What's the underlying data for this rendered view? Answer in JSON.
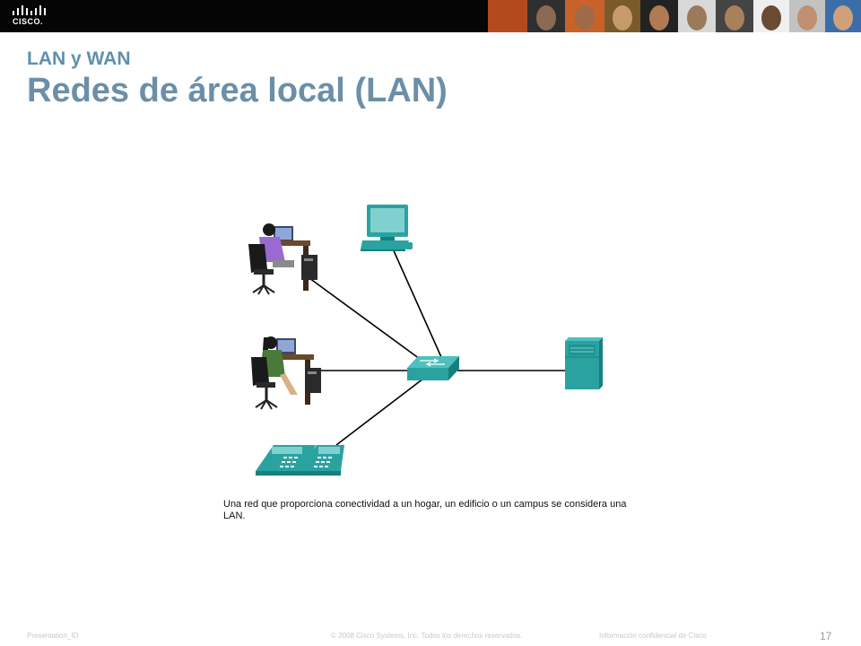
{
  "header": {
    "logo_text": "CISCO.",
    "logo_icon": "cisco-bridge-logo",
    "photos": [
      "#b34a1c",
      "#3a3a3a",
      "#d46a2a",
      "#8a6a3a",
      "#2c2c2c",
      "#c9c9c9",
      "#4a4a4a",
      "#e8e8e8",
      "#b8b8b8",
      "#3b6ea8"
    ]
  },
  "slide": {
    "subtitle": "LAN y WAN",
    "title": "Redes de área local (LAN)",
    "caption": "Una red que proporciona conectividad a un hogar, un edificio o un campus se considera una LAN."
  },
  "diagram": {
    "icons": [
      "user-workstation-icon",
      "user-workstation-icon",
      "ip-phone-icon",
      "desktop-pc-icon",
      "switch-icon",
      "server-icon"
    ],
    "colors": {
      "device": "#2aa3a0",
      "device_dark": "#15807d",
      "link": "#000000"
    }
  },
  "footer": {
    "presentation_id": "Presentation_ID",
    "copyright": "© 2008 Cisco Systems, Inc. Todos los derechos reservados.",
    "confidential": "Información confidencial de Cisco",
    "page_number": "17"
  }
}
